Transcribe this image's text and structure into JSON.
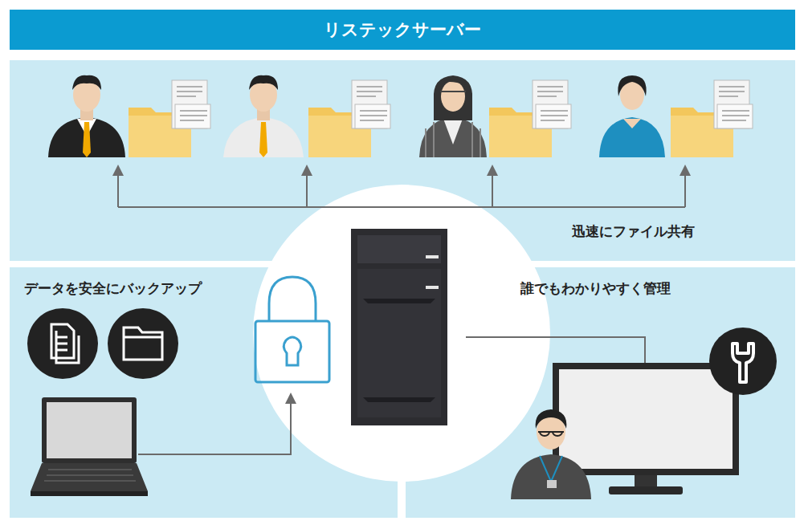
{
  "diagram": {
    "title": "リステックサーバー",
    "nodes": [
      {
        "text": [
          "迅速にファイル共有"
        ]
      },
      {
        "text": [
          "データを安全にバックアップ"
        ]
      },
      {
        "text": [
          "誰でもわかりやすく管理"
        ]
      }
    ]
  }
}
